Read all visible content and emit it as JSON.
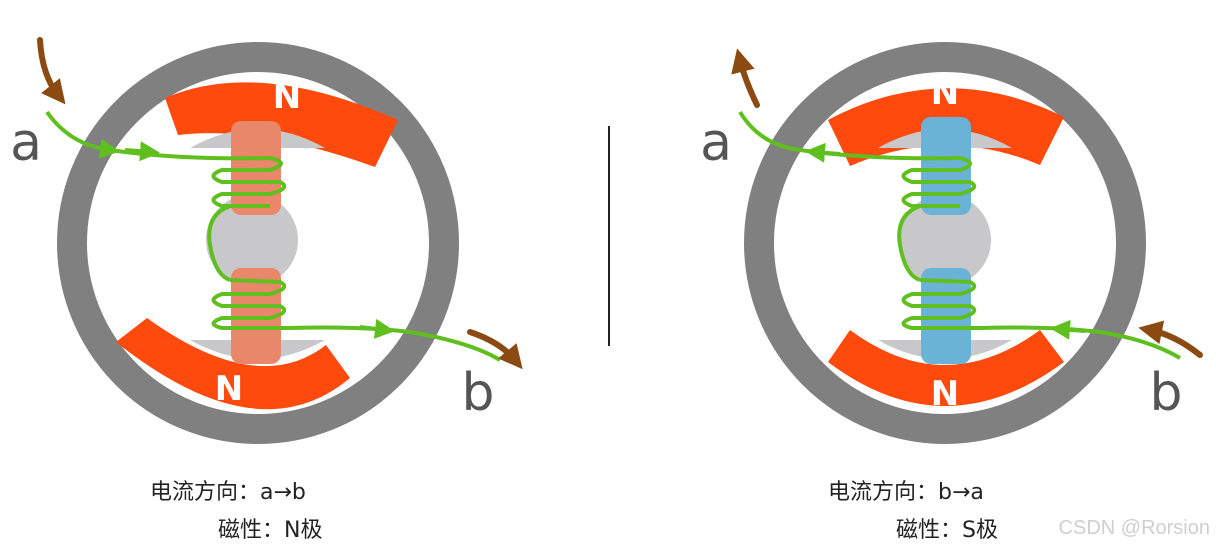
{
  "left_motor": {
    "top_magnet_label": "N",
    "bottom_magnet_label": "N",
    "terminal_a_label": "a",
    "terminal_b_label": "b",
    "caption_direction": "电流方向：a→b",
    "caption_magnetism": "磁性：N极",
    "coil_color": "#E8876A"
  },
  "right_motor": {
    "top_magnet_label": "N",
    "bottom_magnet_label": "N",
    "terminal_a_label": "a",
    "terminal_b_label": "b",
    "caption_direction": "电流方向：b→a",
    "caption_magnetism": "磁性：S极",
    "coil_color": "#6BB3D6"
  },
  "colors": {
    "stator_ring": "#808080",
    "magnet": "#FF4A0D",
    "rotor": "#C8C7CA",
    "wire": "#5FBF1E",
    "arrow": "#8B4A11"
  },
  "watermark": "CSDN @Rorsion"
}
